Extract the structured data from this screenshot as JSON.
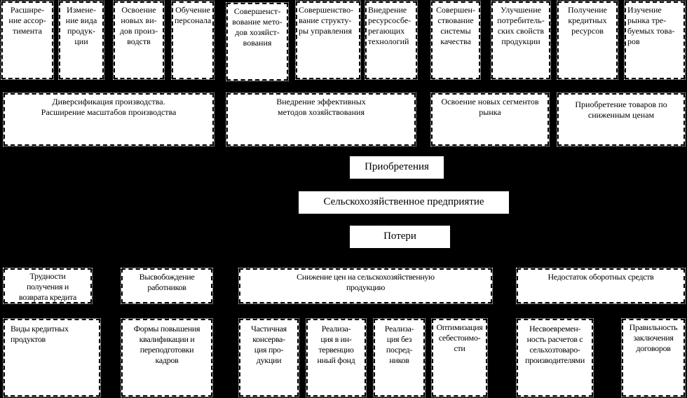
{
  "top_row": [
    "Расшире-\nние ассор-\nтимента",
    "Измене-\nние вида\nпродук-\nции",
    "Освоение\nновых ви-\nдов произ-\nводств",
    "Обучение\nперсонала",
    "Совершенст-\nвование мето-\nдов хозяйст-\nвования",
    "Совершенство-\nвание структу-\nры управления",
    "Внедрение\nресурсосбе-\nрегающих\nтехнологий",
    "Совершен-\nствование\nсистемы\nкачества",
    "Улучшение\nпотребитель-\nских свойств\nпродукции",
    "Получение\nкредитных\nресурсов",
    "Изучение\nрынка тре-\nбуемых това-\nров"
  ],
  "second_row": [
    "Диверсификация производства.\nРасширение масштабов производства",
    "Внедрение эффективных\nметодов хозяйствования",
    "Освоение новых сегментов\nрынка",
    "Приобретение товаров по\nсниженным ценам"
  ],
  "center": {
    "gains": "Приобретения",
    "enterprise": "Сельскохозяйственное предприятие",
    "losses": "Потери"
  },
  "loss_row": [
    "Трудности\nполучения и\nвозврата кредита",
    "Высвобождение\nработников",
    "Снижение цен на сельскохозяйственную\nпродукцию",
    "Недостаток оборотных средств"
  ],
  "bottom_row": [
    "Виды кредитных\nпродуктов",
    "Формы повышения\nквалификации и\nпереподготовки\nкадров",
    "Частичная\nконсерва-\nция про-\nдукции",
    "Реализа-\nция в ин-\nтервенцио\nнный фонд",
    "Реализа-\nция без\nпосред-\nников",
    "Оптимизация\nсебестоимо-\nсти",
    "Несвоевремен-\nность расчетов с\nсельхозтоваро-\nпроизводителями",
    "Правильность\nзаключения\nдоговоров"
  ]
}
